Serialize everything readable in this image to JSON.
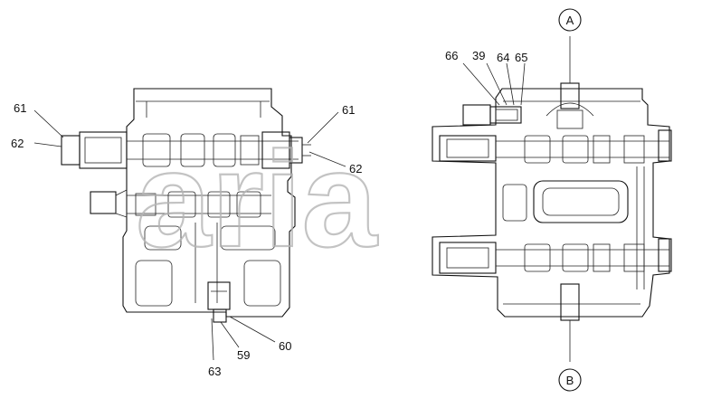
{
  "labels": {
    "left_61": "61",
    "left_62": "62",
    "left_61b": "61",
    "left_62b": "62",
    "bottom_60": "60",
    "bottom_59": "59",
    "bottom_63": "63",
    "top_66": "66",
    "top_39": "39",
    "top_64": "64",
    "top_65": "65"
  },
  "callouts": {
    "A": "A",
    "B": "B"
  },
  "watermark": "aria"
}
